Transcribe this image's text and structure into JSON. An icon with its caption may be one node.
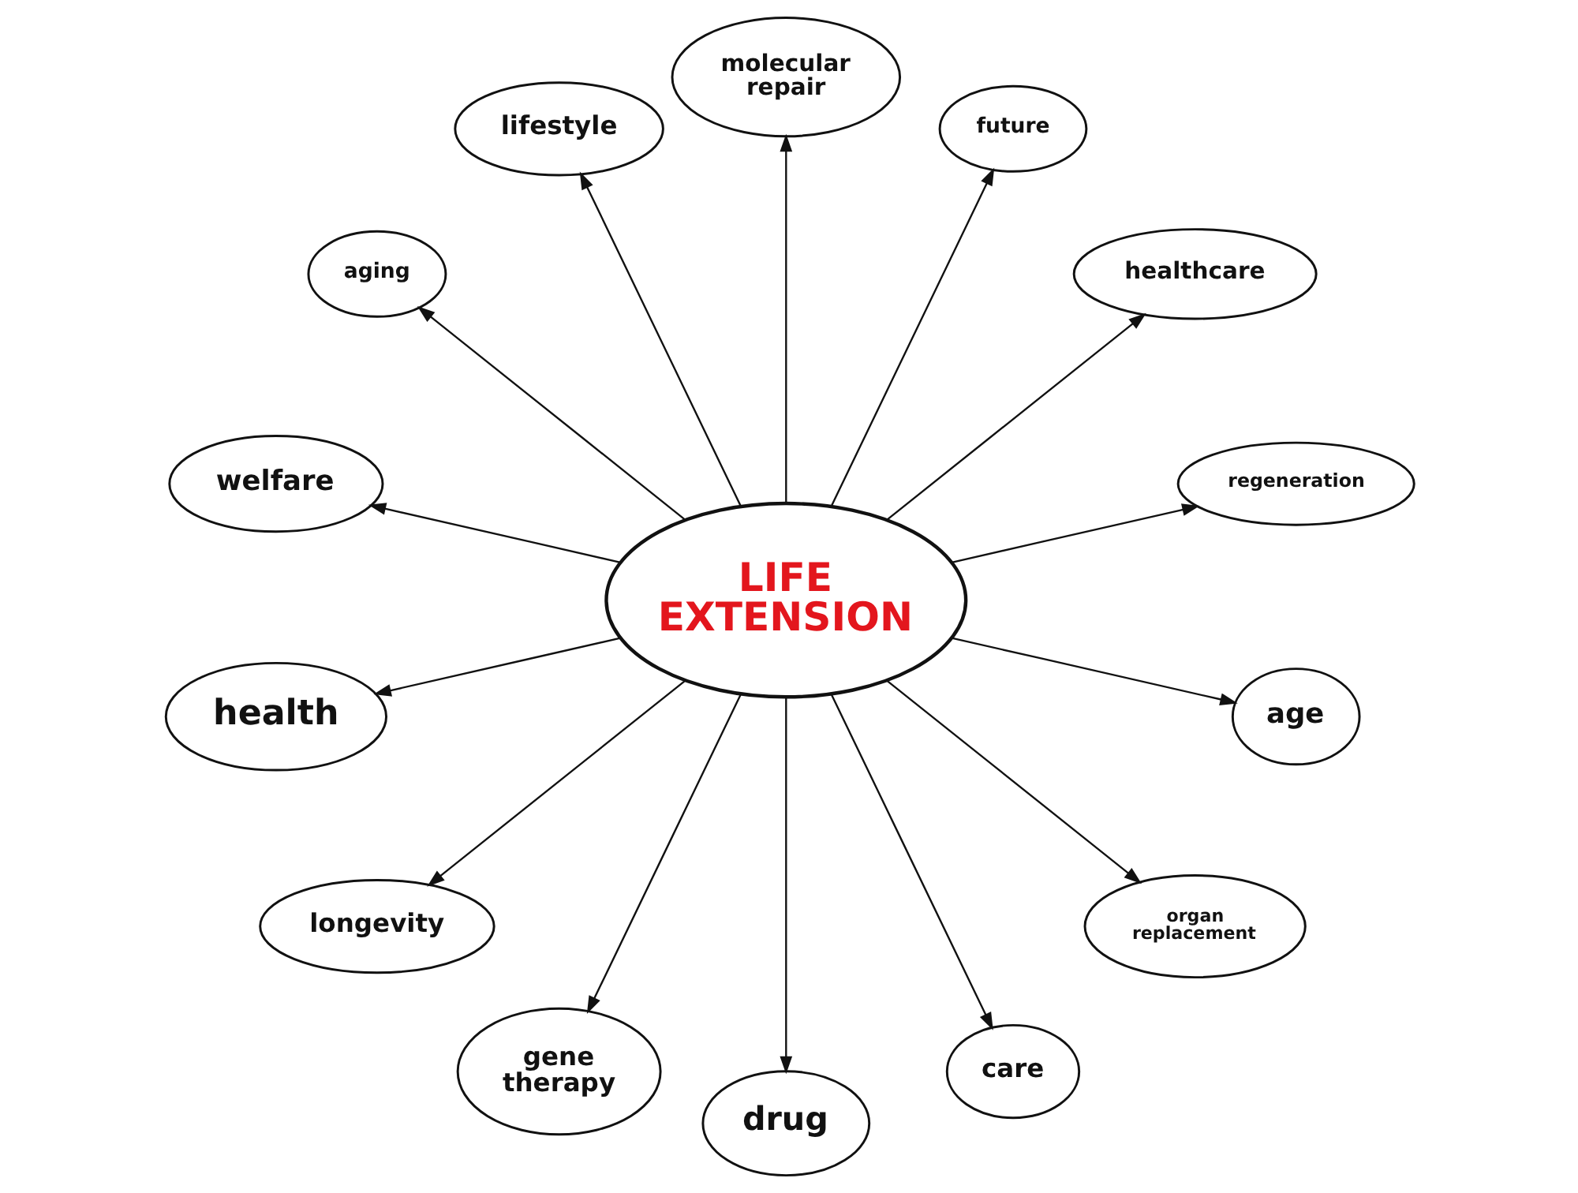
{
  "diagram": {
    "nodes": [
      {
        "text": [
          "LIFE EXTENSION"
        ]
      },
      {
        "text": [
          "aging"
        ]
      },
      {
        "text": [
          "lifestyle"
        ]
      },
      {
        "text": [
          "molecular repair"
        ]
      },
      {
        "text": [
          "future"
        ]
      },
      {
        "text": [
          "healthcare"
        ]
      },
      {
        "text": [
          "regeneration"
        ]
      },
      {
        "text": [
          "age"
        ]
      },
      {
        "text": [
          "organ replacement"
        ]
      },
      {
        "text": [
          "care"
        ]
      },
      {
        "text": [
          "drug"
        ]
      },
      {
        "text": [
          "gene therapy"
        ]
      },
      {
        "text": [
          "longevity"
        ]
      },
      {
        "text": [
          "health"
        ]
      },
      {
        "text": [
          "welfare"
        ]
      }
    ],
    "edges": [
      {
        "from": 0,
        "to": 1,
        "arrow": "to"
      },
      {
        "from": 0,
        "to": 2,
        "arrow": "to"
      },
      {
        "from": 0,
        "to": 3,
        "arrow": "to"
      },
      {
        "from": 0,
        "to": 4,
        "arrow": "to"
      },
      {
        "from": 0,
        "to": 5,
        "arrow": "to"
      },
      {
        "from": 0,
        "to": 6,
        "arrow": "to"
      },
      {
        "from": 0,
        "to": 7,
        "arrow": "to"
      },
      {
        "from": 0,
        "to": 8,
        "arrow": "to"
      },
      {
        "from": 0,
        "to": 9,
        "arrow": "to"
      },
      {
        "from": 0,
        "to": 10,
        "arrow": "to"
      },
      {
        "from": 0,
        "to": 11,
        "arrow": "to"
      },
      {
        "from": 0,
        "to": 12,
        "arrow": "to"
      },
      {
        "from": 0,
        "to": 13,
        "arrow": "to"
      },
      {
        "from": 0,
        "to": 14,
        "arrow": "to"
      }
    ]
  }
}
